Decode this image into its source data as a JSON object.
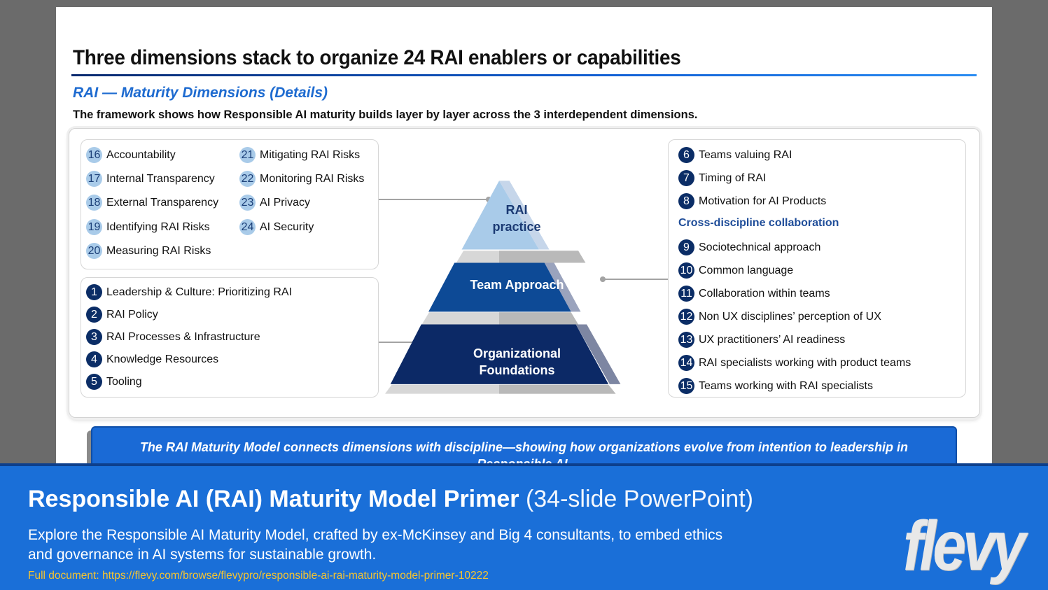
{
  "slide": {
    "title": "Three dimensions stack to organize 24 RAI enablers or capabilities",
    "subtitle": "RAI — Maturity Dimensions (Details)",
    "lead": "The framework shows how Responsible AI maturity builds layer by layer across the 3 interdependent dimensions."
  },
  "rai_practice_items": [
    {
      "num": "16",
      "label": "Accountability"
    },
    {
      "num": "17",
      "label": "Internal Transparency"
    },
    {
      "num": "18",
      "label": "External Transparency"
    },
    {
      "num": "19",
      "label": "Identifying RAI Risks"
    },
    {
      "num": "20",
      "label": "Measuring RAI Risks"
    },
    {
      "num": "21",
      "label": "Mitigating RAI Risks"
    },
    {
      "num": "22",
      "label": "Monitoring RAI Risks"
    },
    {
      "num": "23",
      "label": "AI Privacy"
    },
    {
      "num": "24",
      "label": "AI Security"
    }
  ],
  "foundation_items": [
    {
      "num": "1",
      "label": "Leadership & Culture: Prioritizing RAI"
    },
    {
      "num": "2",
      "label": "RAI Policy"
    },
    {
      "num": "3",
      "label": "RAI Processes & Infrastructure"
    },
    {
      "num": "4",
      "label": "Knowledge Resources"
    },
    {
      "num": "5",
      "label": "Tooling"
    }
  ],
  "team_items": [
    {
      "num": "6",
      "label": "Teams valuing RAI"
    },
    {
      "num": "7",
      "label": "Timing of RAI"
    },
    {
      "num": "8",
      "label": "Motivation for AI Products"
    }
  ],
  "cross_discipline_heading": "Cross-discipline collaboration",
  "cross_items": [
    {
      "num": "9",
      "label": "Sociotechnical approach"
    },
    {
      "num": "10",
      "label": "Common language"
    },
    {
      "num": "11",
      "label": "Collaboration within teams"
    },
    {
      "num": "12",
      "label": "Non UX disciplines’ perception of UX"
    },
    {
      "num": "13",
      "label": "UX practitioners’ AI readiness"
    },
    {
      "num": "14",
      "label": "RAI specialists working with product teams"
    },
    {
      "num": "15",
      "label": "Teams working with RAI specialists"
    }
  ],
  "pyramid": {
    "top": "RAI practice",
    "middle": "Team Approach",
    "bottom": "Organizational Foundations"
  },
  "callout": "The RAI Maturity Model connects dimensions with discipline—showing how organizations evolve from intention to leadership in Responsible AI.",
  "banner": {
    "title_bold": "Responsible AI (RAI) Maturity Model Primer",
    "title_light": "(34-slide PowerPoint)",
    "description": "Explore the Responsible AI Maturity Model, crafted by ex-McKinsey and Big 4 consultants, to embed ethics and governance in AI systems for sustainable growth.",
    "link": "Full document: https://flevy.com/browse/flevypro/responsible-ai-rai-maturity-model-primer-10222",
    "logo": "flevy"
  },
  "colors": {
    "accent_blue": "#1e6bd0",
    "navy": "#0b2d66",
    "light_blue": "#a9cbe9",
    "banner_blue": "#1a6fd8",
    "link_yellow": "#f5c431"
  }
}
